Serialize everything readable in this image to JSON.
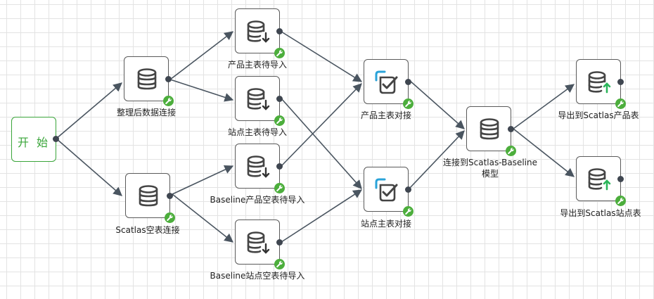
{
  "start": {
    "label": "开 始"
  },
  "nodes": {
    "tidy_db": {
      "label": "整理后数据连接",
      "icon": "database-icon"
    },
    "scatlas_empty": {
      "label": "Scatlas空表连接",
      "icon": "database-icon"
    },
    "product_import": {
      "label": "产品主表待导入",
      "icon": "database-import-icon"
    },
    "site_import": {
      "label": "站点主表待导入",
      "icon": "database-import-icon"
    },
    "baseline_product": {
      "label": "Baseline产品空表待导入",
      "icon": "database-import-icon"
    },
    "baseline_site": {
      "label": "Baseline站点空表待导入",
      "icon": "database-import-icon"
    },
    "product_match": {
      "label": "产品主表对接",
      "icon": "checkbox-icon"
    },
    "site_match": {
      "label": "站点主表对接",
      "icon": "checkbox-icon"
    },
    "baseline_conn": {
      "label": "连接到Scatlas-Baseline模型",
      "icon": "database-icon"
    },
    "export_product": {
      "label": "导出到Scatlas产品表",
      "icon": "database-export-icon"
    },
    "export_site": {
      "label": "导出到Scatlas站点表",
      "icon": "database-export-icon"
    }
  },
  "colors": {
    "edge": "#4a5560",
    "border": "#5a5a5a",
    "icon": "#454545",
    "badge": "#4cae3c",
    "start": "#3aa53a",
    "accent_blue": "#2aa3d9",
    "accent_green": "#2bb55a"
  }
}
